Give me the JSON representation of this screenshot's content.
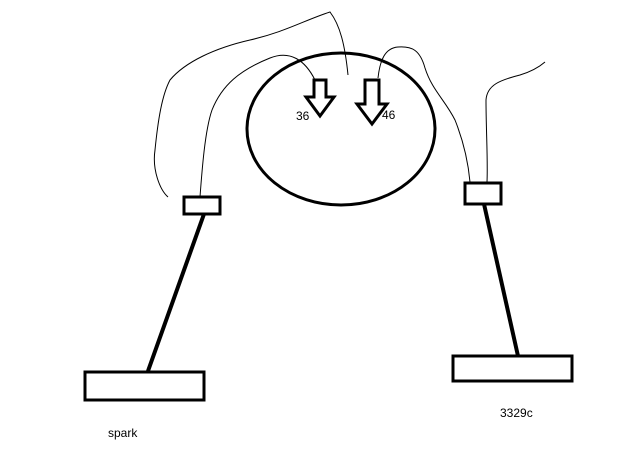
{
  "diagram": {
    "labels": {
      "left_device": "spark",
      "right_device": "3329c",
      "left_arrow": "36",
      "right_arrow": "46"
    },
    "colors": {
      "stroke": "#000000",
      "background": "#ffffff"
    }
  }
}
